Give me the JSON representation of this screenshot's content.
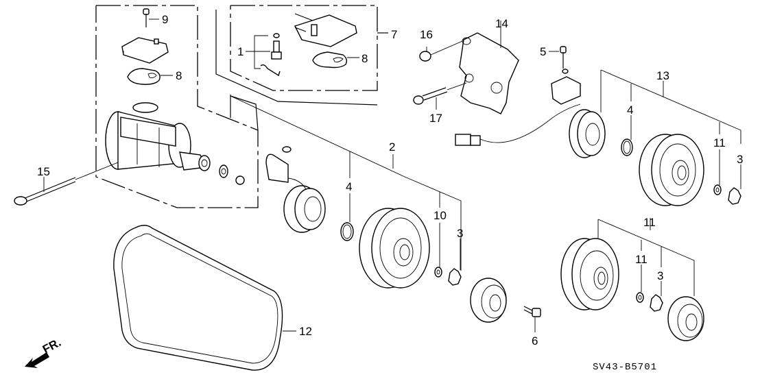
{
  "diagram": {
    "title": "A/C Compressor exploded parts diagram",
    "code": "SV43-B5701",
    "direction_label": "FR.",
    "callouts": [
      {
        "id": "1",
        "label": "1",
        "part": "relief-valve-set"
      },
      {
        "id": "2",
        "label": "2",
        "part": "clutch-set"
      },
      {
        "id": "3",
        "label": "3",
        "part": "shim"
      },
      {
        "id": "3b",
        "label": "3",
        "part": "shim"
      },
      {
        "id": "3c",
        "label": "3",
        "part": "shim"
      },
      {
        "id": "4",
        "label": "4",
        "part": "snap-ring"
      },
      {
        "id": "4b",
        "label": "4",
        "part": "snap-ring"
      },
      {
        "id": "5",
        "label": "5",
        "part": "screw"
      },
      {
        "id": "6",
        "label": "6",
        "part": "bolt"
      },
      {
        "id": "7",
        "label": "7",
        "part": "cover-set"
      },
      {
        "id": "8",
        "label": "8",
        "part": "gasket"
      },
      {
        "id": "8b",
        "label": "8",
        "part": "gasket"
      },
      {
        "id": "9",
        "label": "9",
        "part": "bolt"
      },
      {
        "id": "10",
        "label": "10",
        "part": "pulley-set"
      },
      {
        "id": "11",
        "label": "11",
        "part": "washer"
      },
      {
        "id": "11b",
        "label": "11",
        "part": "washer"
      },
      {
        "id": "11c",
        "label": "11",
        "part": "washer"
      },
      {
        "id": "12",
        "label": "12",
        "part": "compressor-belt"
      },
      {
        "id": "13",
        "label": "13",
        "part": "clutch-set"
      },
      {
        "id": "14",
        "label": "14",
        "part": "compressor-bracket"
      },
      {
        "id": "15",
        "label": "15",
        "part": "bolt"
      },
      {
        "id": "16",
        "label": "16",
        "part": "flange-nut"
      },
      {
        "id": "17",
        "label": "17",
        "part": "flange-bolt"
      }
    ]
  }
}
